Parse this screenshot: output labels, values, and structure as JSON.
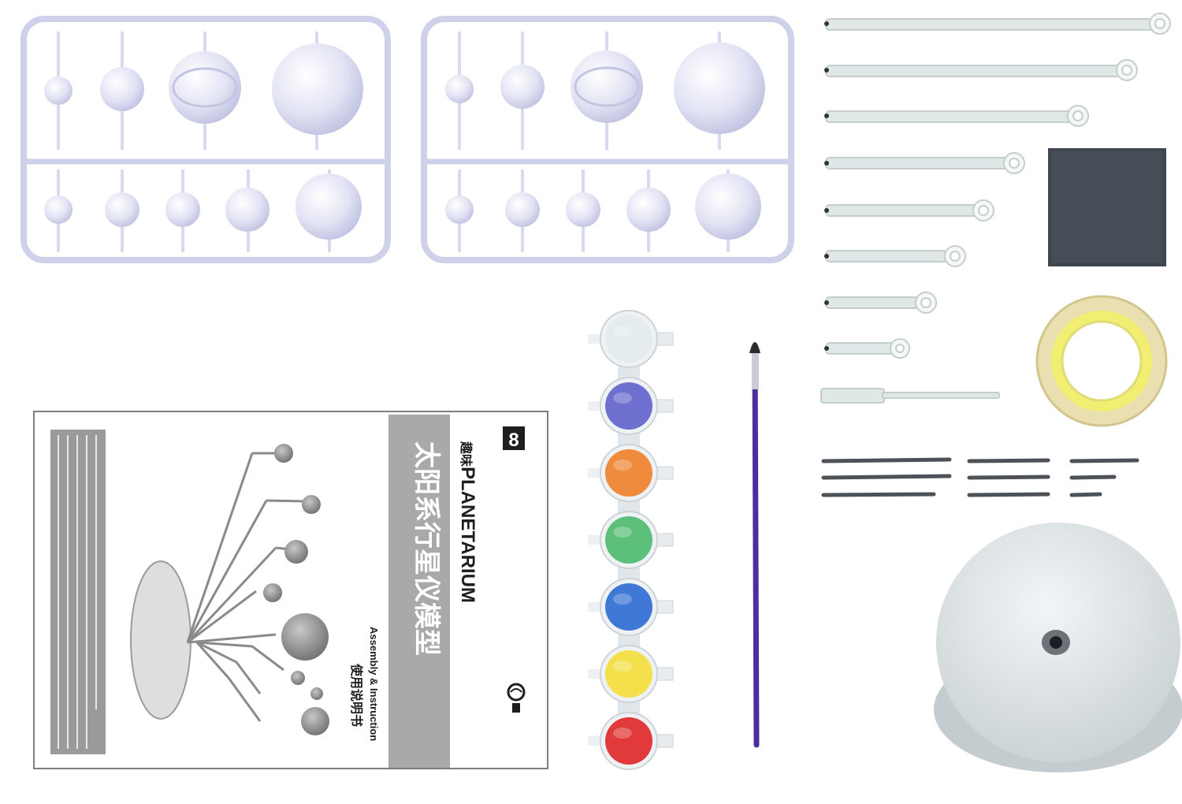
{
  "manual": {
    "badge": "8",
    "title_cn": "太阳系行星仪模型",
    "title_prefix": "趣味",
    "title_en": "PLANETARIUM",
    "subtitle_cn": "使用说明书",
    "subtitle_en": "Assembly & Instruction"
  },
  "paint_colors": [
    "#e4ecef",
    "#6f6fd0",
    "#f08a3c",
    "#5cc07a",
    "#3f78d6",
    "#f3e04b",
    "#e23a3a"
  ],
  "colors": {
    "sprue": "#e3e4f3",
    "sprue_edge": "#c9cbe6",
    "arm": "#dfe8e6",
    "arm_edge": "#c4cfcc",
    "brush_handle": "#4b2f9c",
    "tape_outer": "#e3d9a8",
    "tape_inner": "#f2f06a",
    "plate": "#3f464f",
    "base": "#dce2e4"
  }
}
